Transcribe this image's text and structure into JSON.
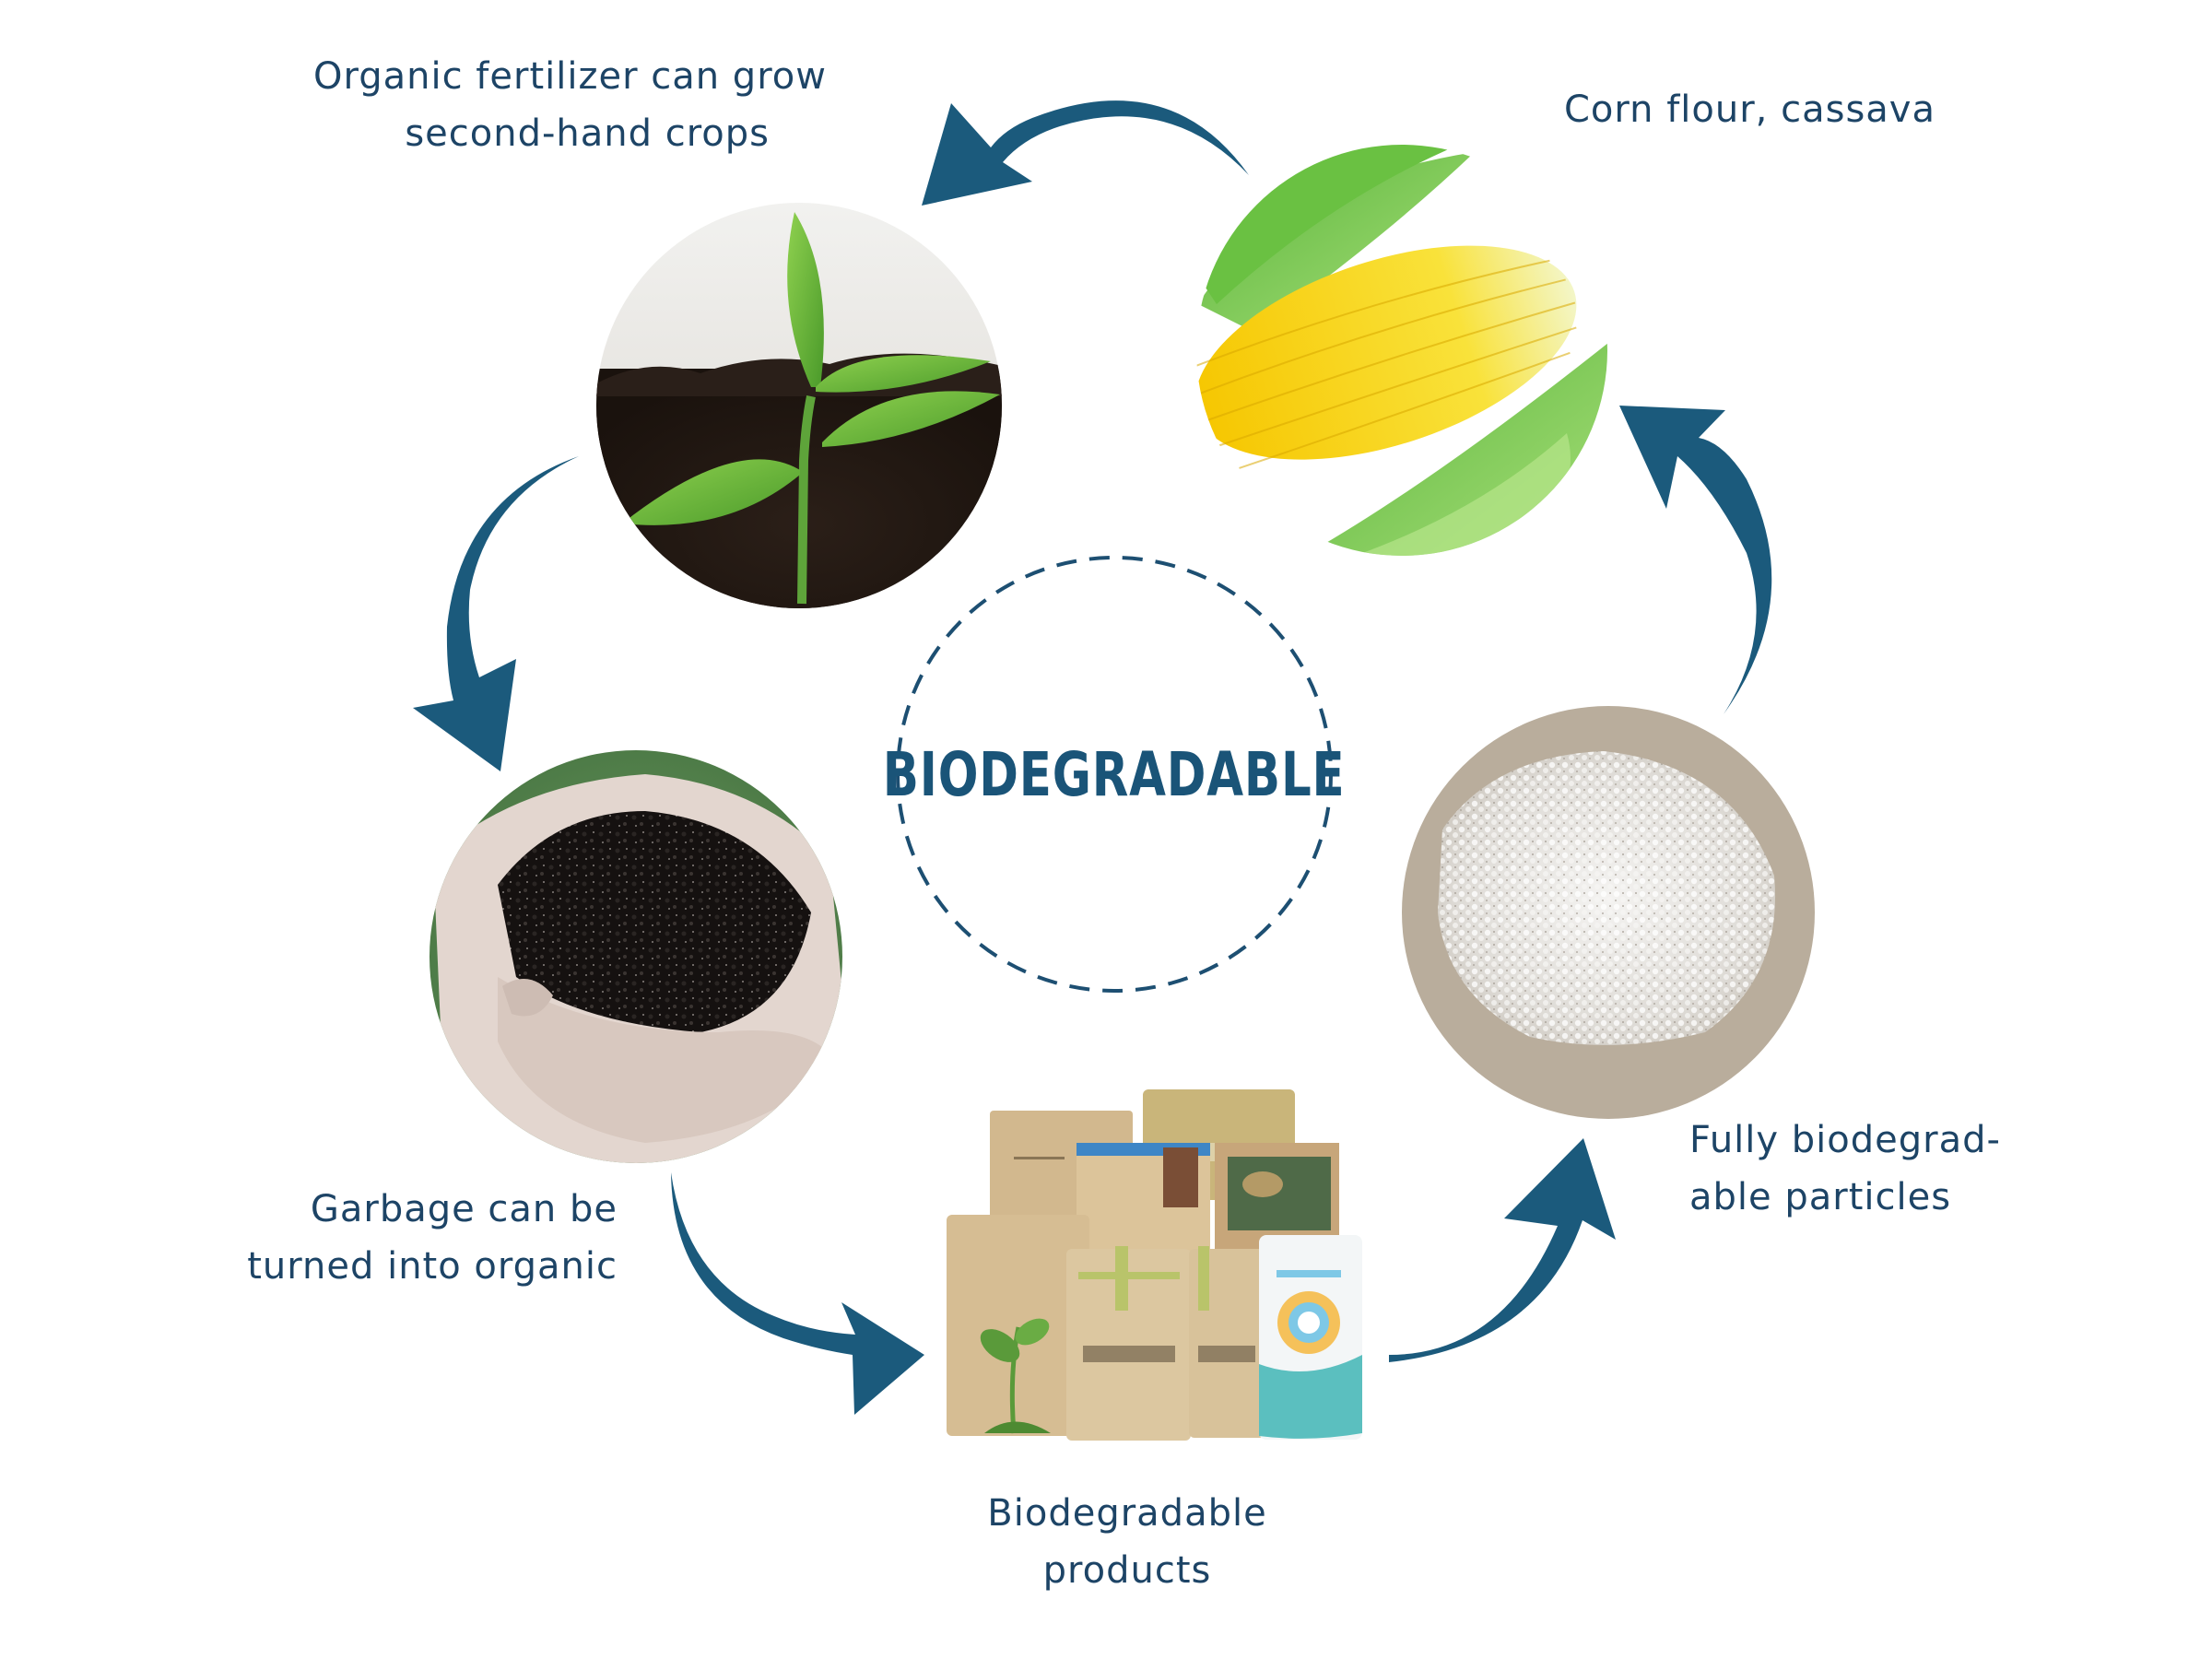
{
  "diagram": {
    "title": "BIODEGRADABLE",
    "type": "cycle",
    "colors": {
      "arrow": "#1b5a7c",
      "title": "#1a5478",
      "label": "#1d4466",
      "dashed_ring": "#1d4f72"
    },
    "stages": [
      {
        "id": "corn",
        "image": "corn-cob-photo",
        "lines": [
          "Corn flour, cassava"
        ]
      },
      {
        "id": "particles",
        "image": "white-pellets-photo",
        "lines": [
          "Fully biodegrad-",
          "able particles"
        ]
      },
      {
        "id": "products",
        "image": "kraft-pouch-bags-photo",
        "lines": [
          "Biodegradable",
          "products"
        ]
      },
      {
        "id": "garbage",
        "image": "hands-holding-soil-photo",
        "lines": [
          "Garbage can be",
          "turned into organic"
        ]
      },
      {
        "id": "fertilizer",
        "image": "seedling-in-soil-photo",
        "lines": [
          "Organic fertilizer can grow",
          "second-hand crops"
        ]
      }
    ],
    "arrows": [
      {
        "from": "corn",
        "to": "fertilizer",
        "direction": "counter-clockwise"
      },
      {
        "from": "fertilizer",
        "to": "garbage",
        "direction": "counter-clockwise"
      },
      {
        "from": "garbage",
        "to": "products",
        "direction": "counter-clockwise"
      },
      {
        "from": "products",
        "to": "particles",
        "direction": "counter-clockwise"
      },
      {
        "from": "particles",
        "to": "corn",
        "direction": "counter-clockwise"
      }
    ]
  }
}
